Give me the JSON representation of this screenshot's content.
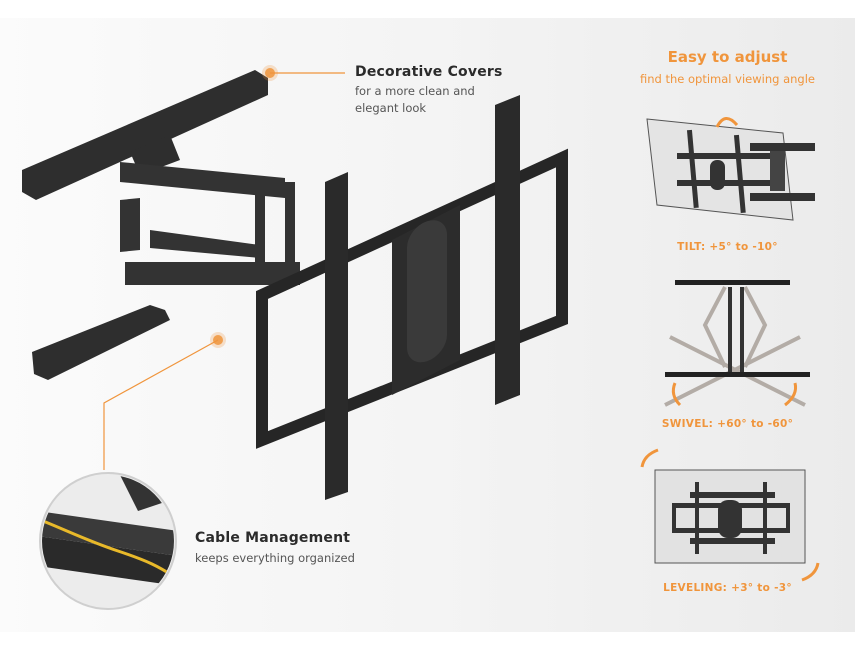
{
  "callouts": {
    "decorative_covers": {
      "title": "Decorative Covers",
      "line1": "for a more clean and",
      "line2": "elegant look"
    },
    "cable_management": {
      "title": "Cable Management",
      "subtitle": "keeps everything organized"
    }
  },
  "adjust": {
    "title": "Easy to adjust",
    "subtitle": "find the optimal viewing angle",
    "tilt_label": "TILT: +5° to -10°",
    "swivel_label": "SWIVEL: +60° to -60°",
    "leveling_label": "LEVELING: +3° to -3°"
  },
  "colors": {
    "accent": "#f0953c",
    "bracket": "#2a2a2a",
    "cable": "#e8b92a"
  }
}
